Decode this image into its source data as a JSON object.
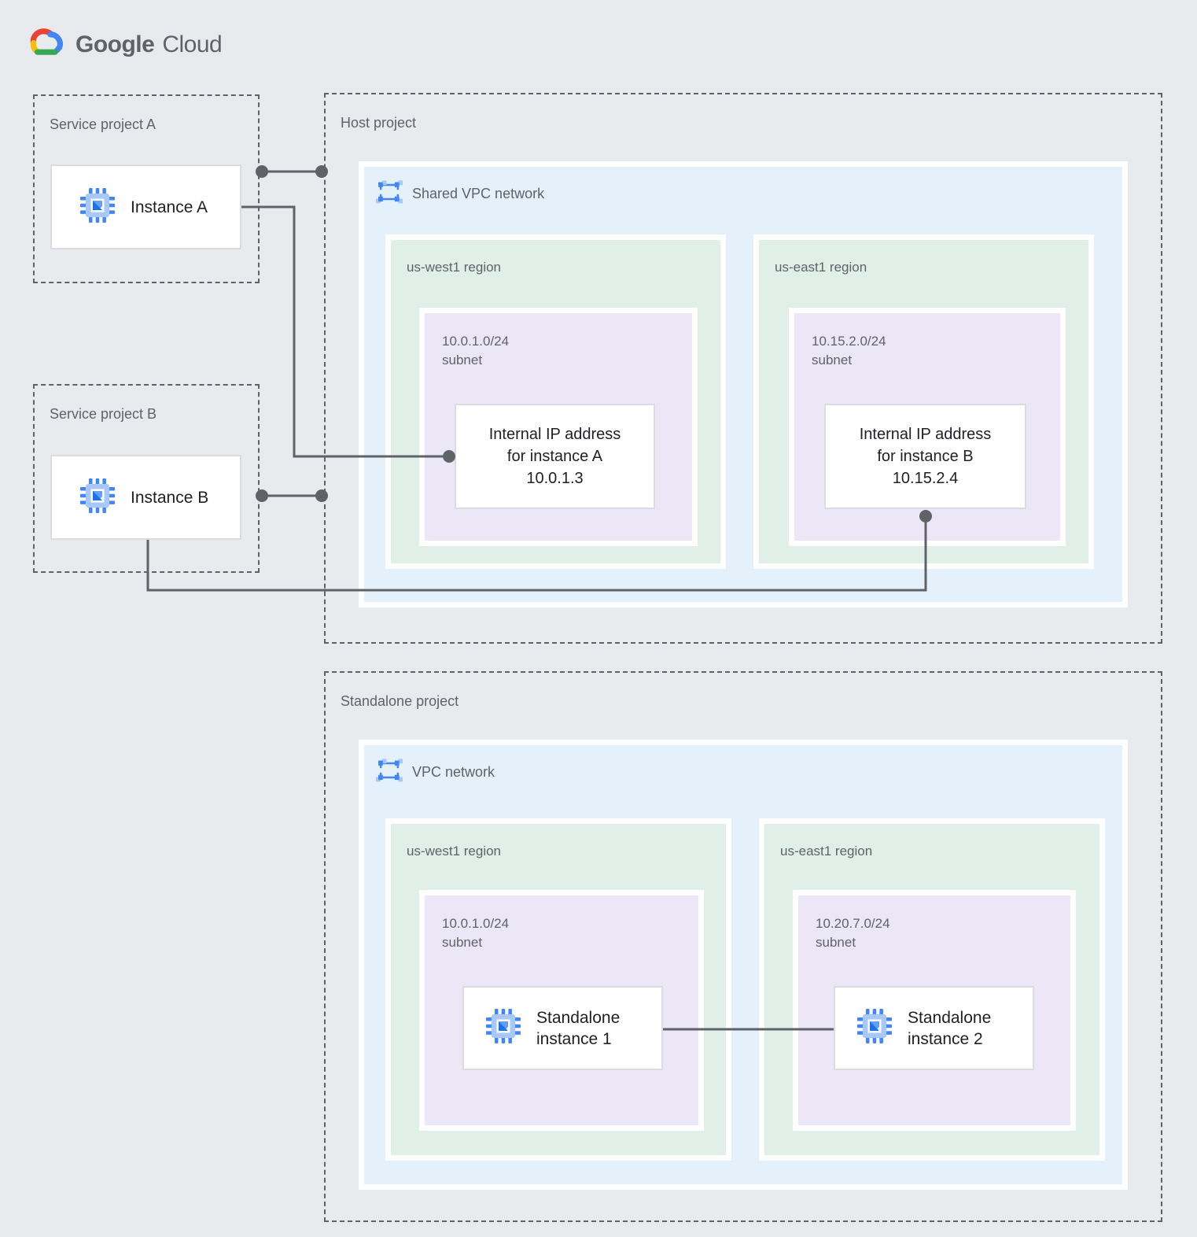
{
  "logo": {
    "word1": "Google",
    "word2": "Cloud"
  },
  "colors": {
    "canvas_bg": "#E8EAED",
    "network_blue": "#E4F1FA",
    "region_green": "#E0F0E8",
    "subnet_purple": "#ECE7F6",
    "connector_gray": "#5F6368",
    "icon_blue": "#4285F4",
    "icon_blue_light": "#A8C7FA",
    "icon_blue_dark": "#1A73E8",
    "logo_red": "#EA4335",
    "logo_yellow": "#FBBC04",
    "logo_green": "#34A853"
  },
  "service_project_a": {
    "label": "Service project A",
    "instance_label": "Instance A"
  },
  "service_project_b": {
    "label": "Service project B",
    "instance_label": "Instance B"
  },
  "host_project": {
    "label": "Host project",
    "network_label": "Shared VPC network",
    "regions": [
      {
        "label": "us-west1 region",
        "subnet_cidr": "10.0.1.0/24",
        "subnet_word": "subnet",
        "card_lines": [
          "Internal IP address",
          "for instance A",
          "10.0.1.3"
        ]
      },
      {
        "label": "us-east1 region",
        "subnet_cidr": "10.15.2.0/24",
        "subnet_word": "subnet",
        "card_lines": [
          "Internal IP address",
          "for instance B",
          "10.15.2.4"
        ]
      }
    ]
  },
  "standalone_project": {
    "label": "Standalone project",
    "network_label": "VPC network",
    "regions": [
      {
        "label": "us-west1 region",
        "subnet_cidr": "10.0.1.0/24",
        "subnet_word": "subnet",
        "instance_lines": [
          "Standalone",
          "instance 1"
        ]
      },
      {
        "label": "us-east1 region",
        "subnet_cidr": "10.20.7.0/24",
        "subnet_word": "subnet",
        "instance_lines": [
          "Standalone",
          "instance 2"
        ]
      }
    ]
  }
}
